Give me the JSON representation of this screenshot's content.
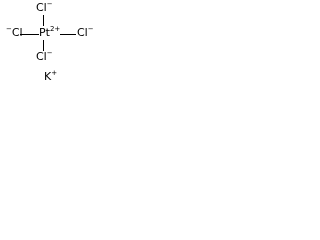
{
  "structure": {
    "center_atom": "Pt",
    "center_charge": "2+",
    "ligands": {
      "top": "Cl",
      "top_charge": "−",
      "left": "Cl",
      "left_charge": "−",
      "right": "Cl",
      "right_charge": "−",
      "bottom": "Cl",
      "bottom_charge": "−"
    },
    "counter_ion": "K",
    "counter_ion_charge": "+"
  }
}
